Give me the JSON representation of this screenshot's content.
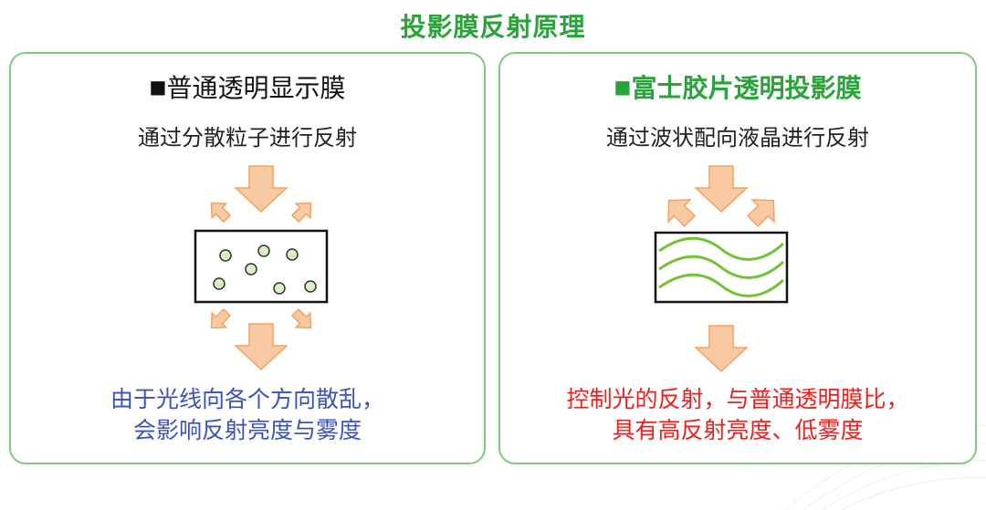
{
  "title": "投影膜反射原理",
  "left_panel": {
    "heading_marker": "■",
    "heading": "普通透明显示膜",
    "subheading": "通过分散粒子进行反射",
    "caption_line1": "由于光线向各个方向散乱，",
    "caption_line2": "会影响反射亮度与雾度"
  },
  "right_panel": {
    "heading_marker": "■",
    "heading": "富士胶片透明投影膜",
    "subheading": "通过波状配向液晶进行反射",
    "caption_line1": "控制光的反射，与普通透明膜比，",
    "caption_line2": "具有高反射亮度、低雾度"
  },
  "colors": {
    "title_green": "#2aa33a",
    "border_green": "#7dcb7d",
    "arrow_orange": "#f5b27a",
    "particle_green": "#6cc04a",
    "wave_green": "#72c236",
    "caption_blue": "#3b53b8",
    "caption_red": "#ec1f1f"
  }
}
